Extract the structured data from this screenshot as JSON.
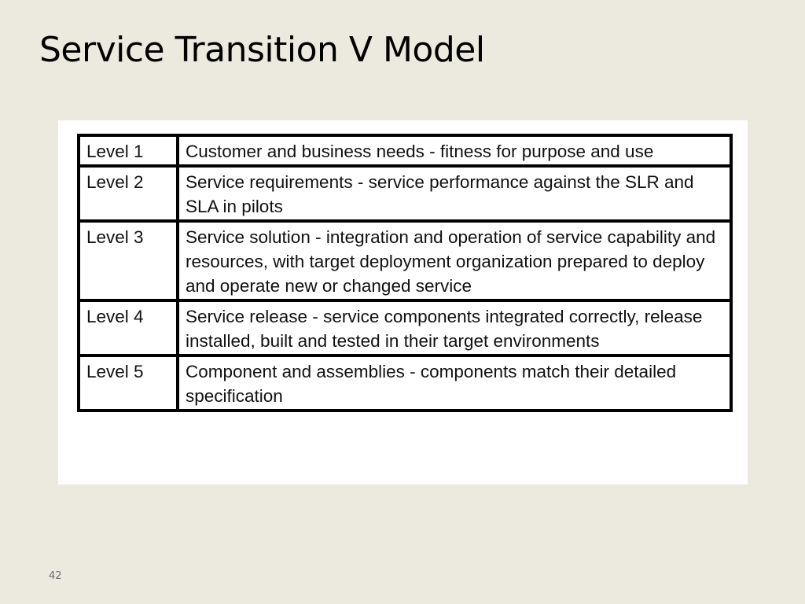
{
  "slide": {
    "title": "Service Transition V Model",
    "page_number": "42"
  },
  "table": {
    "rows": [
      {
        "level": "Level 1",
        "description": "Customer and business needs - fitness for purpose and use"
      },
      {
        "level": "Level 2",
        "description": "Service requirements - service performance against the SLR and SLA in pilots"
      },
      {
        "level": "Level 3",
        "description": "Service solution - integration and operation of service capability and resources, with target deployment organization prepared to deploy and operate new or changed service"
      },
      {
        "level": "Level 4",
        "description": "Service release - service components integrated correctly, release installed, built and tested in their target environments"
      },
      {
        "level": "Level 5",
        "description": "Component and assemblies - components match their detailed specification"
      }
    ]
  },
  "colors": {
    "background": "#ece9df",
    "panel": "#ffffff",
    "border": "#000000",
    "text": "#111111"
  }
}
